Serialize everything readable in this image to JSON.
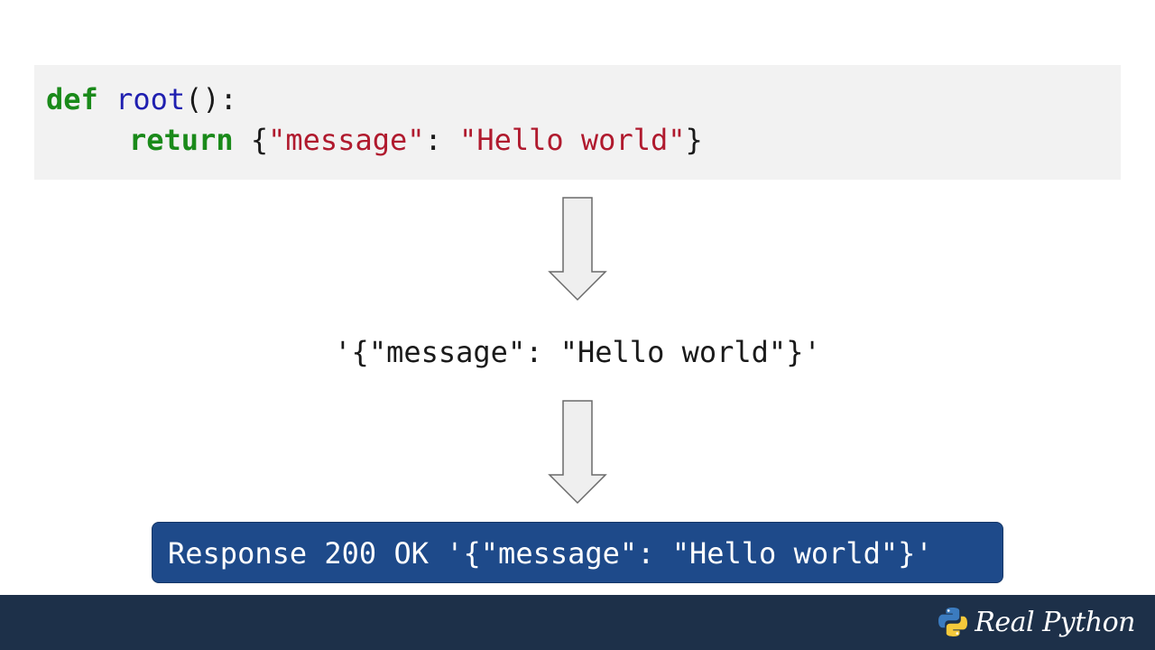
{
  "code": {
    "line1": {
      "keyword": "def",
      "function": "root",
      "rest": "():"
    },
    "line2": {
      "keyword": "return",
      "open": "{",
      "key": "\"message\"",
      "sep": ": ",
      "value": "\"Hello world\"",
      "close": "}"
    }
  },
  "serialized": "'{\"message\": \"Hello world\"}'",
  "response": "Response 200 OK '{\"message\": \"Hello world\"}'",
  "footer": {
    "logo_text": "Real Python"
  },
  "colors": {
    "keyword": "#1a8a1a",
    "function": "#1f1fb0",
    "string": "#b01a2e",
    "response_bg": "#1e4a8a",
    "footer_bg": "#1d3049",
    "code_bg": "#f2f2f2"
  }
}
